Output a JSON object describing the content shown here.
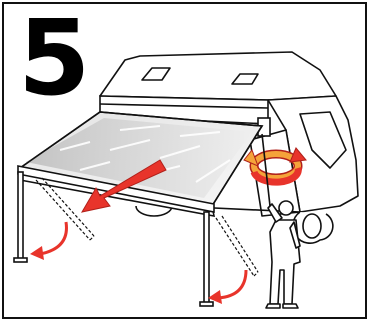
{
  "diagram": {
    "step_number": "5",
    "colors": {
      "line": "#111111",
      "arrow_red": "#e8342b",
      "arrow_orange": "#f5a33a",
      "canopy_shade": "#c9c9c9",
      "background": "#ffffff"
    },
    "icons": [
      "pull-direction-arrow",
      "rotate-crank-arrow",
      "leg-swing-arrow-left",
      "leg-swing-arrow-right"
    ]
  }
}
